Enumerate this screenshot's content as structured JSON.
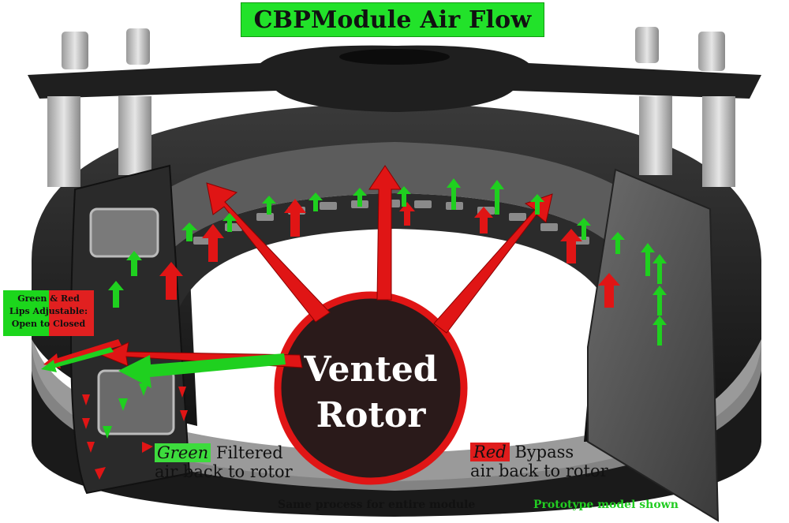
{
  "title": "CBPModule Air Flow",
  "rotor_label_line1": "Vented",
  "rotor_label_line2": "Rotor",
  "lips_note": {
    "line1": "Green & Red",
    "line2": "Lips Adjustable:",
    "line3": "Open to Closed"
  },
  "green_caption": {
    "highlight": "Green",
    "line1_rest": " Filtered",
    "line2": "air back to rotor"
  },
  "red_caption": {
    "highlight": "Red",
    "line1_rest": " Bypass",
    "line2": "air back to rotor"
  },
  "footer_left": "Same process for entire module",
  "footer_right": "Prototype model shown",
  "colors": {
    "title_bg": "#22e22a",
    "green_flow": "#1fd01f",
    "red_flow": "#e01515",
    "module_body": "#1c1c1c",
    "rotor_fill": "#2a1a1a",
    "footer_right_text": "#22cc22"
  }
}
